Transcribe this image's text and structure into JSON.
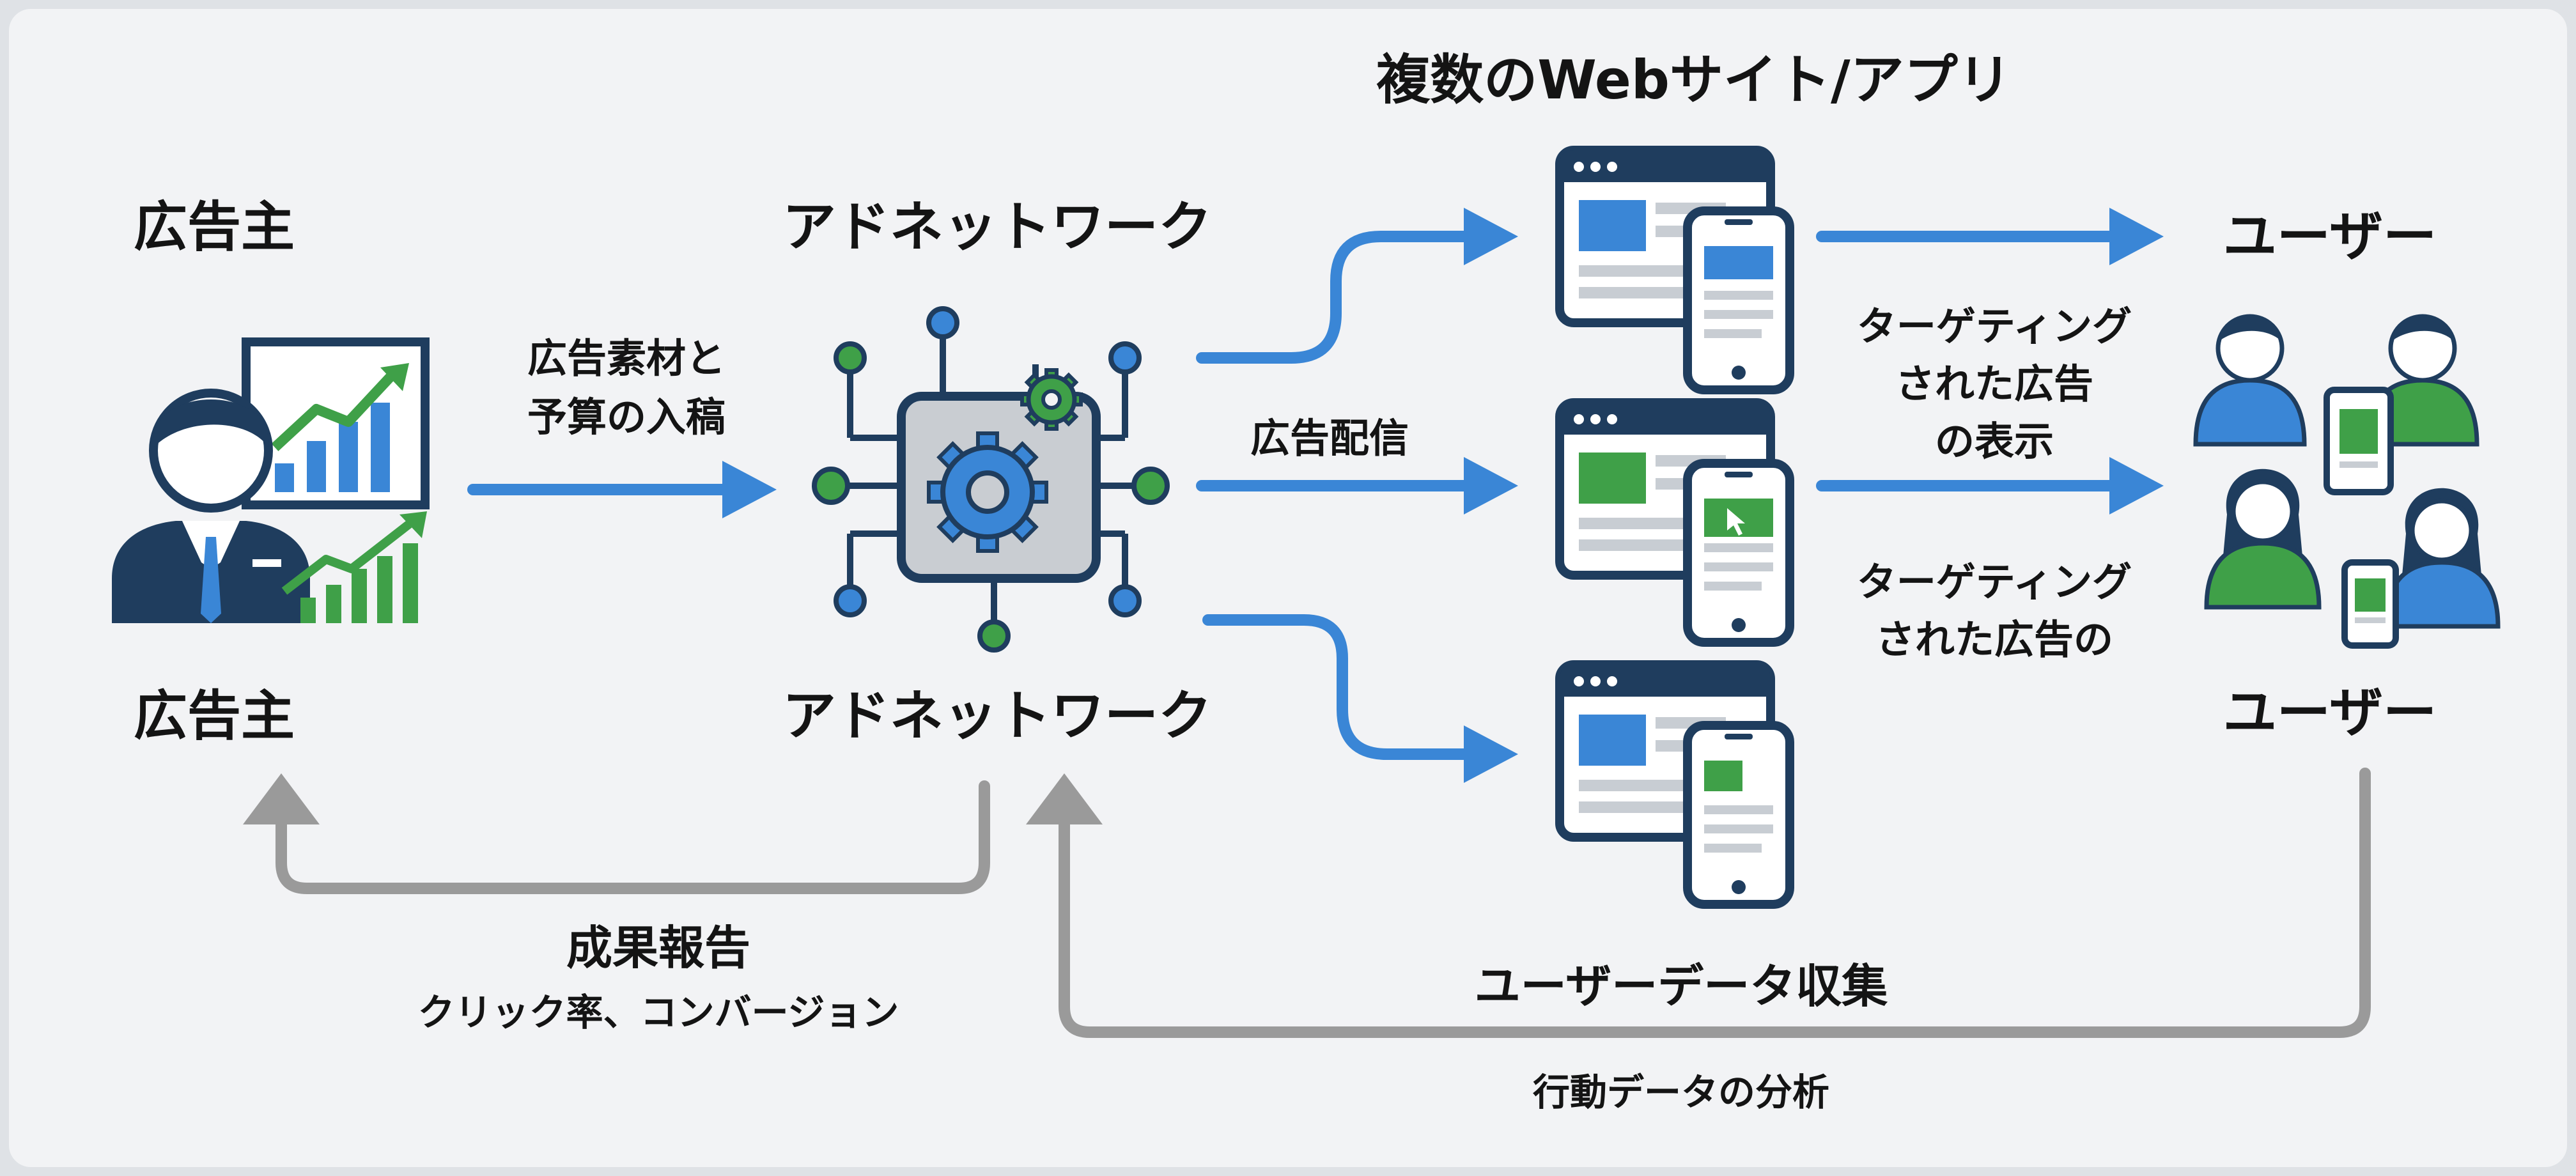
{
  "sections": {
    "advertiser": {
      "title_top": "広告主",
      "title_bottom": "広告主"
    },
    "network": {
      "title_top": "アドネットワーク",
      "title_bottom": "アドネットワーク"
    },
    "sites": {
      "title": "複数のWebサイト/アプリ"
    },
    "users": {
      "title_top": "ユーザー",
      "title_bottom": "ユーザー"
    }
  },
  "flows": {
    "submit_line1": "広告素材と",
    "submit_line2": "予算の入稿",
    "delivery": "広告配信",
    "targeting1_line1": "ターゲティング",
    "targeting1_line2": "された広告",
    "targeting1_line3": "の表示",
    "targeting2_line1": "ターゲティング",
    "targeting2_line2": "された広告の",
    "report_title": "成果報告",
    "report_sub": "クリック率、コンバージョン",
    "collect_title": "ユーザーデータ収集",
    "collect_sub": "行動データの分析"
  },
  "colors": {
    "flow_blue": "#3a86d6",
    "feedback_gray": "#9a9a9a",
    "navy": "#1f3d5e",
    "green": "#3fa048",
    "text": "#141414"
  },
  "icons": [
    "businessman-icon",
    "growth-chart-icon",
    "gear-network-icon",
    "website-mobile-icon",
    "user-group-icon",
    "arrow-icon"
  ]
}
